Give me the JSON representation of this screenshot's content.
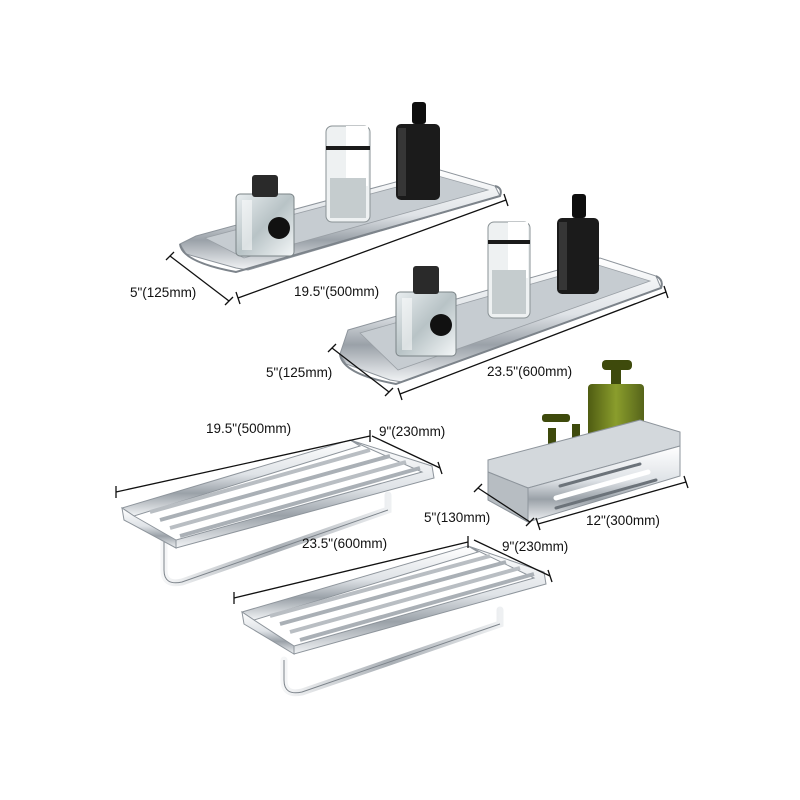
{
  "products": {
    "glass_shelf_small": {
      "depth": "5\"(125mm)",
      "length": "19.5\"(500mm)"
    },
    "glass_shelf_large": {
      "depth": "5\"(125mm)",
      "length": "23.5\"(600mm)"
    },
    "towel_rack_small": {
      "length": "19.5\"(500mm)",
      "depth": "9\"(230mm)"
    },
    "towel_rack_large": {
      "length": "23.5\"(600mm)",
      "depth": "9\"(230mm)"
    },
    "shower_basket": {
      "depth": "5\"(130mm)",
      "length": "12\"(300mm)"
    }
  },
  "colors": {
    "chrome_light": "#f4f6f8",
    "chrome_mid": "#c9ced3",
    "chrome_dark": "#7d848b",
    "soap_green": "#6b7d1f",
    "line": "#111111"
  }
}
